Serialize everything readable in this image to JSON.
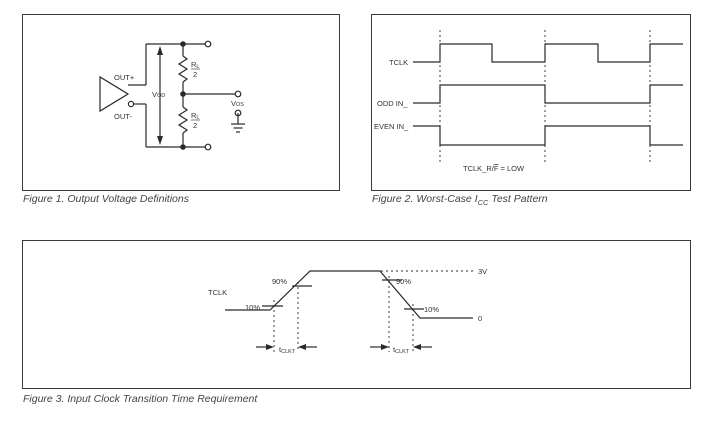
{
  "figure1": {
    "caption": "Figure 1. Output Voltage Definitions",
    "out_plus": "OUT+",
    "out_minus": "OUT-",
    "vod_main": "V",
    "vod_sub": "OD",
    "vos_main": "V",
    "vos_sub": "OS",
    "rl_main": "R",
    "rl_sub": "L",
    "rl_den": "2"
  },
  "figure2": {
    "caption_pre": "Figure 2. Worst-Case I",
    "caption_sub": "CC",
    "caption_post": " Test Pattern",
    "tclk": "TCLK",
    "odd": "ODD IN_",
    "even": "EVEN IN_",
    "note_pre": "TCLK_R/",
    "note_bar": "F",
    "note_post": " = LOW"
  },
  "figure3": {
    "caption": "Figure 3. Input Clock Transition Time Requirement",
    "tclk": "TCLK",
    "p90_left": "90%",
    "p10_left": "10%",
    "p90_right": "90%",
    "p10_right": "10%",
    "v3": "3V",
    "v0": "0",
    "tclkt_main": "t",
    "tclkt_sub": "CLKT"
  }
}
